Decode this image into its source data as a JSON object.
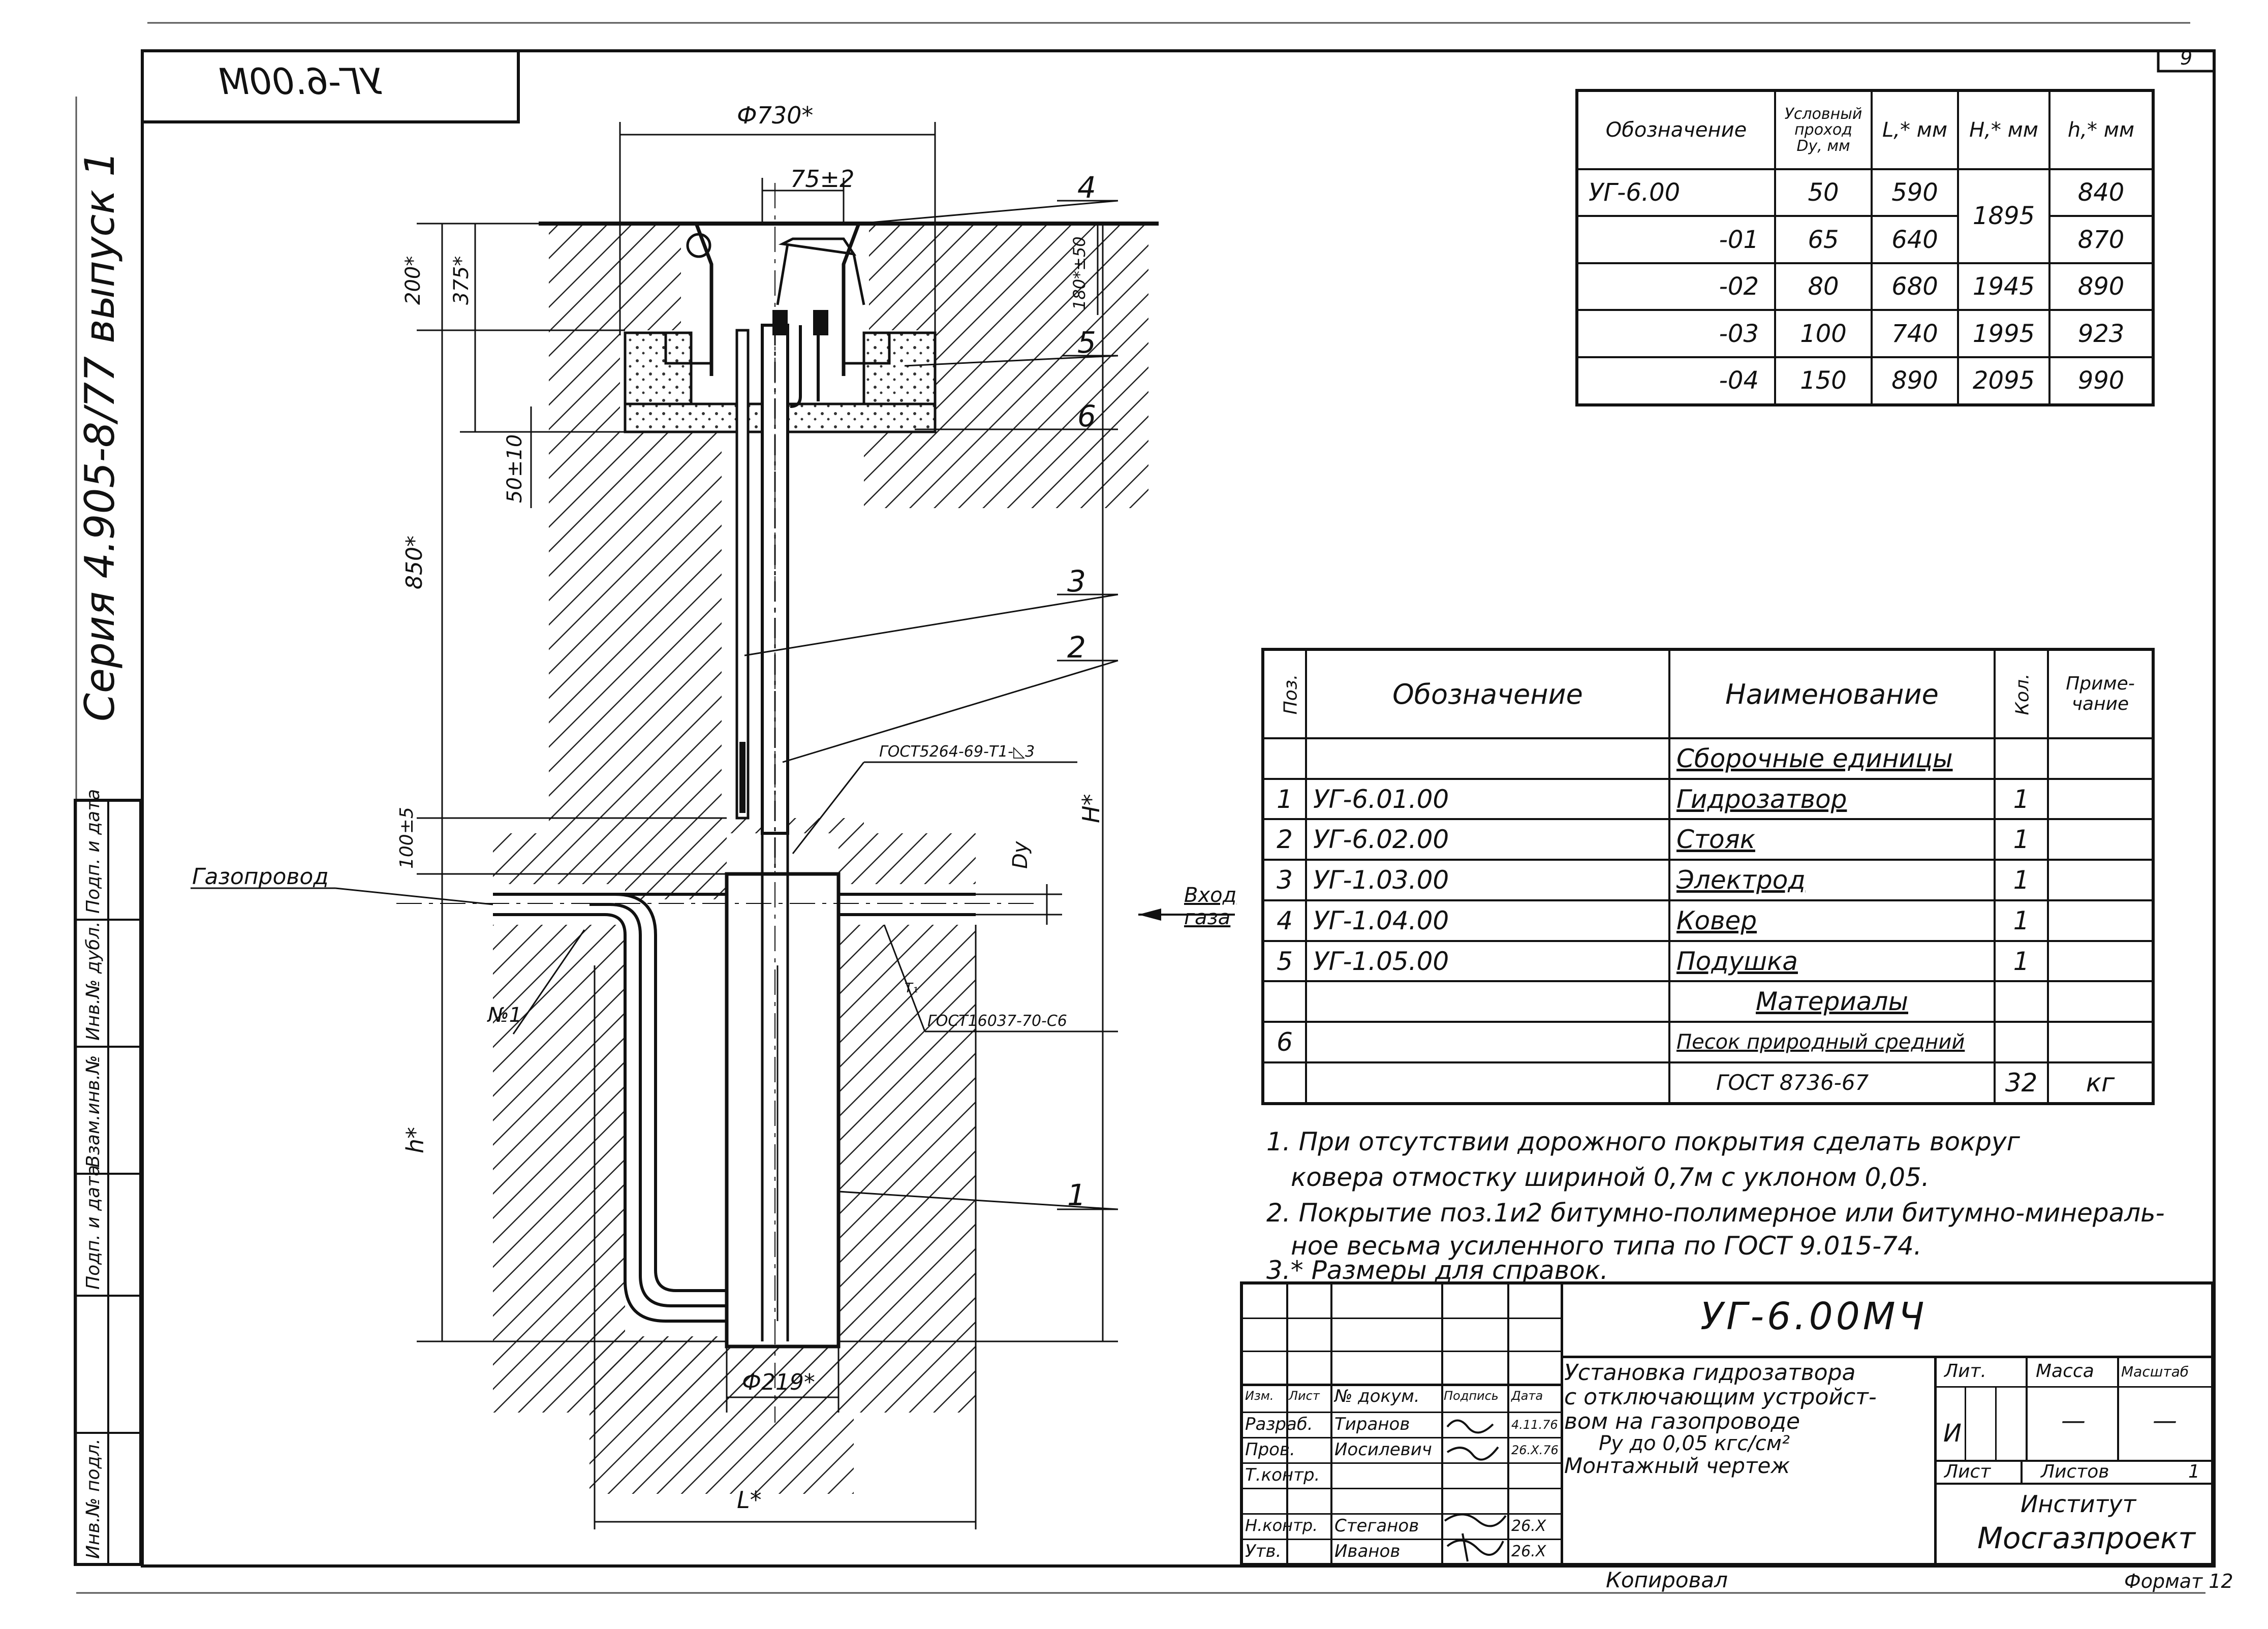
{
  "sheet": {
    "page_number": "9",
    "code_mirrored": "УГ-6.00М",
    "series": "Серия 4.905-8/77 выпуск 1",
    "copied": "Копировал",
    "format": "Формат 12"
  },
  "drawing": {
    "dim_outer_diameter": "Ф730*",
    "dim_75": "75±2",
    "dim_200": "200*",
    "dim_375": "375*",
    "dim_180": "180*±50",
    "dim_50": "50±10",
    "dim_850": "850*",
    "dim_100": "100±5",
    "dim_h": "h*",
    "dim_H": "H*",
    "dim_dy": "Dу",
    "dim_pipe_diameter": "Ф219*",
    "dim_L": "L*",
    "weld_label_1": "ГОСТ5264-69-Т1-◺3",
    "weld_label_2": "ГОСТ16037-70-С6",
    "weld_side": "Т₁",
    "label_gas_pipe": "Газопровод",
    "label_gas_inlet": "Вход газа",
    "label_no1": "№1",
    "callouts": [
      "1",
      "2",
      "3",
      "4",
      "5",
      "6"
    ]
  },
  "param_table": {
    "headers": {
      "designation": "Обозначение",
      "nominal_bore": "Условный проход Dу, мм",
      "L": "L,* мм",
      "H": "H,* мм",
      "h": "h,* мм"
    },
    "rows": [
      {
        "designation": "УГ-6.00",
        "dy": "50",
        "L": "590",
        "H": "1895",
        "h": "840"
      },
      {
        "designation": "-01",
        "dy": "65",
        "L": "640",
        "H": "",
        "h": "870"
      },
      {
        "designation": "-02",
        "dy": "80",
        "L": "680",
        "H": "1945",
        "h": "890"
      },
      {
        "designation": "-03",
        "dy": "100",
        "L": "740",
        "H": "1995",
        "h": "923"
      },
      {
        "designation": "-04",
        "dy": "150",
        "L": "890",
        "H": "2095",
        "h": "990"
      }
    ]
  },
  "spec_table": {
    "headers": {
      "pos": "Поз.",
      "designation": "Обозначение",
      "name": "Наименование",
      "qty": "Кол.",
      "note": "Приме-чание"
    },
    "section_assemblies": "Сборочные единицы",
    "section_materials": "Материалы",
    "rows": [
      {
        "pos": "1",
        "designation": "УГ-6.01.00",
        "name": "Гидрозатвор",
        "qty": "1",
        "note": ""
      },
      {
        "pos": "2",
        "designation": "УГ-6.02.00",
        "name": "Стояк",
        "qty": "1",
        "note": ""
      },
      {
        "pos": "3",
        "designation": "УГ-1.03.00",
        "name": "Электрод",
        "qty": "1",
        "note": ""
      },
      {
        "pos": "4",
        "designation": "УГ-1.04.00",
        "name": "Ковер",
        "qty": "1",
        "note": ""
      },
      {
        "pos": "5",
        "designation": "УГ-1.05.00",
        "name": "Подушка",
        "qty": "1",
        "note": ""
      }
    ],
    "material_row": {
      "pos": "6",
      "name_line1": "Песок природный средний",
      "name_line2": "ГОСТ 8736-67",
      "qty": "32",
      "note": "кг"
    }
  },
  "notes": [
    "1. При отсутствии дорожного покрытия сделать вокруг",
    "ковера отмостку шириной 0,7м с уклоном 0,05.",
    "2. Покрытие поз.1и2 битумно-полимерное или битумно-минераль-",
    "ное весьма усиленного типа по ГОСТ 9.015-74.",
    "3.* Размеры для справок."
  ],
  "title_block": {
    "code": "УГ-6.00МЧ",
    "title_lines": [
      "Установка гидрозатвора",
      "с отключающим устройст-",
      "вом на газопроводе",
      "Ру до 0,05 кгс/см²",
      "Монтажный чертеж"
    ],
    "col_headers": [
      "Изм.",
      "Лист",
      "№ докум.",
      "Подпись",
      "Дата"
    ],
    "roles": [
      {
        "role": "Разраб.",
        "name": "Тиранов",
        "date": "4.11.76"
      },
      {
        "role": "Пров.",
        "name": "Иосилевич",
        "date": "26.X.76"
      },
      {
        "role": "Т.контр.",
        "name": "",
        "date": ""
      },
      {
        "role": "Н.контр.",
        "name": "Стеганов",
        "date": "26.Х"
      },
      {
        "role": "Утв.",
        "name": "Иванов",
        "date": "26.Х"
      }
    ],
    "lit_label": "Лит.",
    "lit_value": "И",
    "mass_label": "Масса",
    "mass_value": "—",
    "scale_label": "Масштаб",
    "scale_value": "—",
    "sheet_label": "Лист",
    "sheets_label": "Листов",
    "sheets_value": "1",
    "org_line1": "Институт",
    "org_line2": "Мосгазпроект"
  },
  "left_strip": {
    "labels": [
      "Инв.№ подл.",
      "Подп. и дата",
      "Взам.инв.№",
      "Инв.№ дубл.",
      "Подп. и дата"
    ]
  }
}
